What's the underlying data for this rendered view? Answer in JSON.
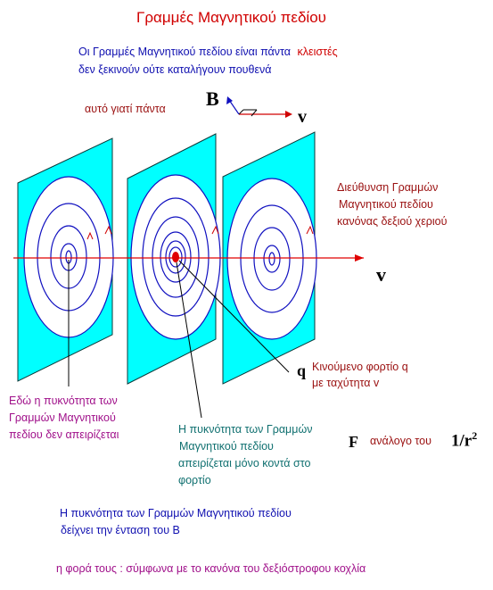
{
  "title": "Γραμμές Μαγνητικού πεδίου",
  "intro": {
    "line1_part1": "Οι Γραμμές Μαγνητικού πεδίου είναι πάντα",
    "line1_part2": "κλειστές",
    "line2": "δεν ξεκινούν ούτε καταλήγουν πουθενά"
  },
  "because": "αυτό γιατί πάντα",
  "vector_B": "B",
  "vector_v_top": "v",
  "direction_note": {
    "line1": "Διεύθυνση Γραμμών",
    "line2": "Μαγνητικού πεδίου",
    "line3": "κανόνας δεξιού χεριού"
  },
  "axis_v": "v",
  "charge_symbol": "q",
  "charge_note": {
    "line1": "Κινούμενο φορτίο q",
    "line2": "με ταχύτητα v"
  },
  "left_note": {
    "line1": "Εδώ η πυκνότητα των",
    "line2": "Γραμμών Μαγνητικού",
    "line3": "πεδίου δεν  απειρίζεται"
  },
  "middle_note": {
    "line1": "Η πυκνότητα των Γραμμών",
    "line2": "Μαγνητικού πεδίου",
    "line3": "απειρίζεται μόνο κοντά στο",
    "line4": "φορτίο"
  },
  "force": {
    "symbol": "F",
    "relation": "ανάλογο του",
    "expr_base": "1/r",
    "expr_exp": "2"
  },
  "density_note": {
    "line1": "Η πυκνότητα των Γραμμών Μαγνητικού πεδίου",
    "line2": "δείχνει την ένταση του B"
  },
  "rule_note": "η φορά τους : σύμφωνα με το κανόνα του δεξιόστροφου κοχλία",
  "colors": {
    "title": "#d00000",
    "panel_fill": "#00ffff",
    "field_lines": "#1010c0",
    "axis": "#e00000",
    "charge": "#e00000"
  }
}
